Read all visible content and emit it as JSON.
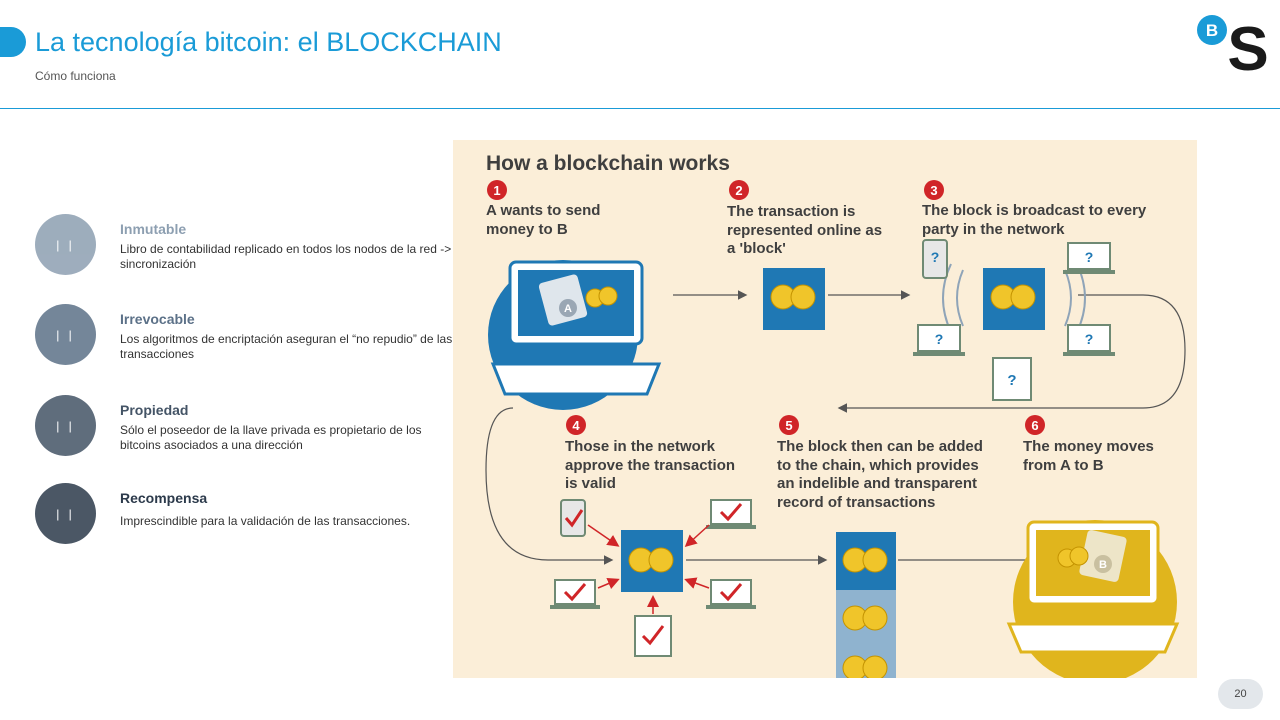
{
  "header": {
    "title": "La tecnología bitcoin: el BLOCKCHAIN",
    "subtitle": "Cómo funciona",
    "accent_color": "#1a9bd7"
  },
  "logo": {
    "badge_letter": "B",
    "letter": "S"
  },
  "features": [
    {
      "icon_text": "| |",
      "title": "Inmutable",
      "description": "Libro de contabilidad replicado en todos los nodos de la red -> sincronización",
      "color": "#8d9fb1"
    },
    {
      "icon_text": "| |",
      "title": "Irrevocable",
      "description": "Los algoritmos de encriptación aseguran el “no repudio” de las transacciones",
      "color": "#5c7188"
    },
    {
      "icon_text": "| |",
      "title": "Propiedad",
      "description": "Sólo el poseedor de la llave privada es propietario de los bitcoins asociados a una dirección",
      "color": "#445466"
    },
    {
      "icon_text": "| |",
      "title": "Recompensa",
      "description": "Imprescindible para la validación de las transacciones.",
      "color": "#2c3a4b"
    }
  ],
  "infographic": {
    "title": "How a blockchain works",
    "steps": [
      {
        "number": "1",
        "text": "A wants to send money to B"
      },
      {
        "number": "2",
        "text": "The transaction is represented online as a 'block'"
      },
      {
        "number": "3",
        "text": "The block is broadcast to every party in the network"
      },
      {
        "number": "4",
        "text": "Those in the network approve the transaction is valid"
      },
      {
        "number": "5",
        "text": "The block then can be added to the chain, which provides an indelible and transparent record of transactions"
      },
      {
        "number": "6",
        "text": "The money moves from A to B"
      }
    ],
    "wallet_a": "A",
    "wallet_b": "B",
    "unknown_mark": "?",
    "colors": {
      "background": "#fbeed8",
      "blue": "#1f78b4",
      "gold": "#e0b51d",
      "red": "#d02528"
    }
  },
  "footer": {
    "page_number": "20"
  }
}
